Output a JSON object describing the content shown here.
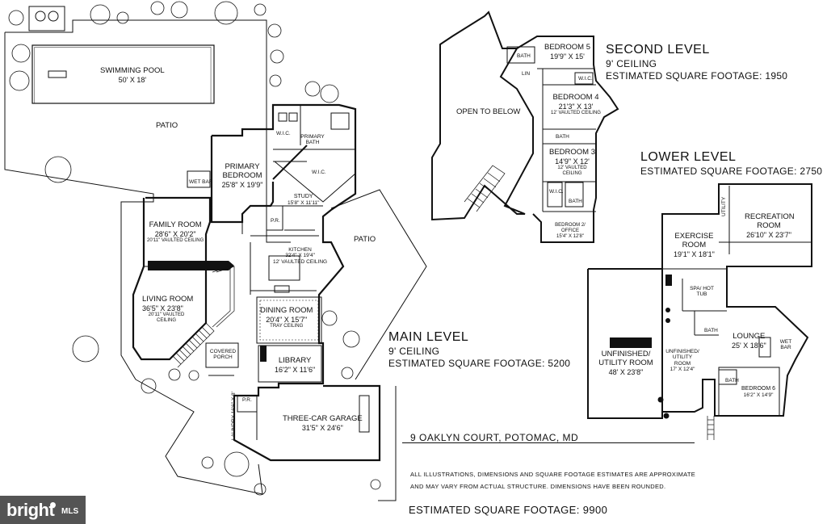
{
  "main_level": {
    "title": "MAIN LEVEL",
    "ceiling": "9' CEILING",
    "sqft": "ESTIMATED SQUARE FOOTAGE: 5200",
    "rooms": {
      "pool": {
        "name": "SWIMMING POOL",
        "dims": "50' X 18'"
      },
      "patio_top": {
        "name": "PATIO"
      },
      "patio_right": {
        "name": "PATIO"
      },
      "primary_bedroom": {
        "name": "PRIMARY BEDROOM",
        "dims": "25'8\" X 19'9\""
      },
      "primary_bath": {
        "name": "PRIMARY BATH"
      },
      "wic1": {
        "name": "W.I.C."
      },
      "wic2": {
        "name": "W.I.C."
      },
      "wet_bar": {
        "name": "WET BAR"
      },
      "study": {
        "name": "STUDY",
        "dims": "15'8\" X 11'11\""
      },
      "pr1": {
        "name": "P.R."
      },
      "family_room": {
        "name": "FAMILY ROOM",
        "dims": "28'6\" X 20'2\"",
        "ceiling": "20'11\" VAULTED CEILING"
      },
      "kitchen": {
        "name": "KITCHEN",
        "dims": "32'4\" X 19'4\"",
        "ceiling": "12' VAULTED CEILING"
      },
      "living_room": {
        "name": "LIVING ROOM",
        "dims": "36'5\" X 23'8\"",
        "ceiling": "20'11\" VAULTED CEILING"
      },
      "dining_room": {
        "name": "DINING ROOM",
        "dims": "20'4\" X 15'7\"",
        "ceiling": "TRAY CEILING"
      },
      "covered_porch": {
        "name": "COVERED PORCH"
      },
      "library": {
        "name": "LIBRARY",
        "dims": "16'2\" X 11'6\""
      },
      "pr2": {
        "name": "P.R."
      },
      "garage": {
        "name": "THREE-CAR GARAGE",
        "dims": "31'5\" X 24'6\""
      },
      "laundry": {
        "name": "LAUNDRY",
        "dims": "16'6\" X 8'"
      }
    }
  },
  "second_level": {
    "title": "SECOND LEVEL",
    "ceiling": "9' CEILING",
    "sqft": "ESTIMATED SQUARE FOOTAGE: 1950",
    "rooms": {
      "open": {
        "name": "OPEN TO BELOW"
      },
      "bedroom5": {
        "name": "BEDROOM 5",
        "dims": "19'9\" X 15'"
      },
      "bath1": {
        "name": "BATH"
      },
      "lin": {
        "name": "LIN"
      },
      "wic": {
        "name": "W.I.C."
      },
      "bedroom4": {
        "name": "BEDROOM 4",
        "dims": "21'3\" X 13'",
        "ceiling": "12' VAULTED CEILING"
      },
      "bath2": {
        "name": "BATH"
      },
      "bedroom3": {
        "name": "BEDROOM 3",
        "dims": "14'9\" X 12'",
        "ceiling": "12' VAULTED CEILING"
      },
      "wic2": {
        "name": "W.I.C."
      },
      "bath3": {
        "name": "BATH"
      },
      "bedroom2": {
        "name": "BEDROOM 2/ OFFICE",
        "dims": "15'4\" X 12'8\""
      }
    }
  },
  "lower_level": {
    "title": "LOWER LEVEL",
    "sqft": "ESTIMATED SQUARE FOOTAGE: 2750",
    "rooms": {
      "exercise": {
        "name": "EXERCISE ROOM",
        "dims": "19'1\" X 18'1\""
      },
      "utility": {
        "name": "UTILITY"
      },
      "recreation": {
        "name": "RECREATION ROOM",
        "dims": "26'10\" X 23'7\""
      },
      "spa": {
        "name": "SPA/ HOT TUB"
      },
      "unfinished1": {
        "name": "UNFINISHED/ UTILITY ROOM",
        "dims": "48' X 23'8\""
      },
      "unfinished2": {
        "name": "UNFINISHED/ UTILITY ROOM",
        "dims": "17' X 12'4\""
      },
      "bath": {
        "name": "BATH"
      },
      "lounge": {
        "name": "LOUNGE",
        "dims": "25' X 18'6\""
      },
      "wet_bar": {
        "name": "WET BAR"
      },
      "bath2": {
        "name": "BATH"
      },
      "bedroom6": {
        "name": "BEDROOM 6",
        "dims": "16'2\" X 14'9\""
      }
    }
  },
  "address": "9 OAKLYN COURT, POTOMAC, MD",
  "disclaimer": "ALL ILLUSTRATIONS, DIMENSIONS AND SQUARE FOOTAGE ESTIMATES ARE APPROXIMATE AND MAY VARY FROM ACTUAL STRUCTURE. DIMENSIONS HAVE BEEN ROUNDED.",
  "total_sqft": "ESTIMATED SQUARE FOOTAGE: 9900",
  "watermark": {
    "brand": "bright",
    "suffix": "MLS"
  },
  "colors": {
    "line": "#111111",
    "badge": "#545454"
  }
}
